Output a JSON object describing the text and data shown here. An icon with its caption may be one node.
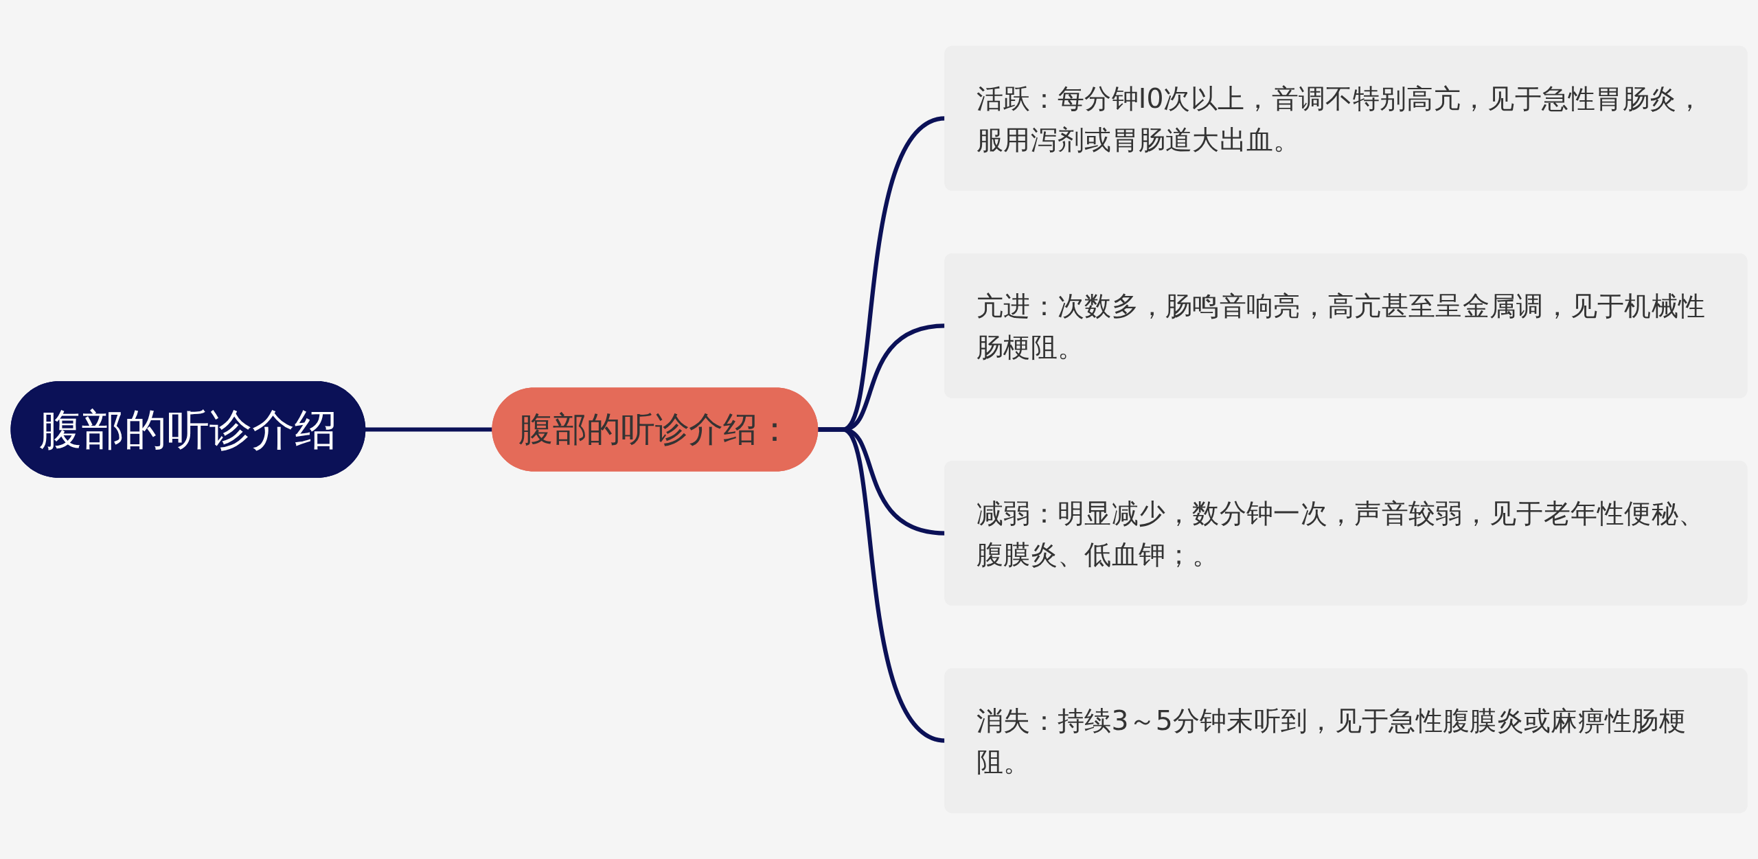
{
  "diagram": {
    "nodes": [
      {
        "text": [
          "腹部的听诊介绍"
        ]
      },
      {
        "text": [
          "腹部的听诊介绍："
        ]
      },
      {
        "text": [
          "活跃：每分钟I0次以上，音调不特别高亢，见于急性胃肠炎，服用泻剂或胃肠道大出血。"
        ]
      },
      {
        "text": [
          "亢进：次数多，肠鸣音响亮，高亢甚至呈金属调，见于机械性肠梗阻。"
        ]
      },
      {
        "text": [
          "减弱：明显减少，数分钟一次，声音较弱，见于老年性便秘、腹膜炎、低血钾；。"
        ]
      },
      {
        "text": [
          "消失：持续3～5分钟末听到，见于急性腹膜炎或麻痹性肠梗阻。"
        ]
      }
    ],
    "edges": [
      {
        "from": 0,
        "to": 1,
        "arrow": "none"
      },
      {
        "from": 1,
        "to": 2,
        "arrow": "none"
      },
      {
        "from": 1,
        "to": 3,
        "arrow": "none"
      },
      {
        "from": 1,
        "to": 4,
        "arrow": "none"
      },
      {
        "from": 1,
        "to": 5,
        "arrow": "none"
      }
    ]
  }
}
